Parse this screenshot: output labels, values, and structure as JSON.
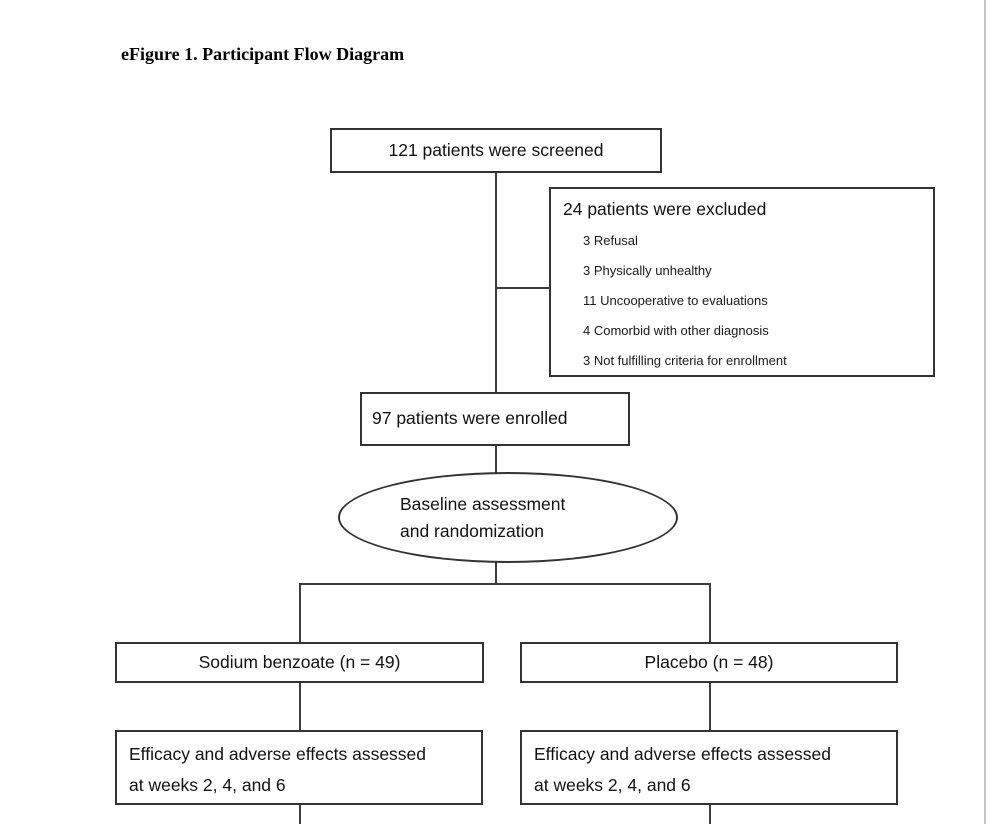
{
  "title": "eFigure 1. Participant Flow Diagram",
  "flow": {
    "screened": "121 patients were screened",
    "excluded": {
      "header": "24 patients were excluded",
      "reasons": [
        "3 Refusal",
        "3 Physically unhealthy",
        "11 Uncooperative to evaluations",
        "4 Comorbid with other diagnosis",
        "3 Not fulfilling criteria for enrollment"
      ]
    },
    "enrolled": "97 patients were enrolled",
    "randomization": {
      "line1": "Baseline assessment",
      "line2": "and randomization"
    },
    "arms": [
      {
        "label": "Sodium benzoate (n = 49)",
        "assessment_line1": "Efficacy and adverse effects assessed",
        "assessment_line2": "at weeks 2, 4, and 6"
      },
      {
        "label": "Placebo (n = 48)",
        "assessment_line1": "Efficacy and adverse effects assessed",
        "assessment_line2": "at weeks 2, 4, and 6"
      }
    ]
  },
  "colors": {
    "box_border": "#333333",
    "connector": "#3d3d3d",
    "page_edge": "#c4c4c4",
    "text": "#111111",
    "background": "#ffffff"
  }
}
